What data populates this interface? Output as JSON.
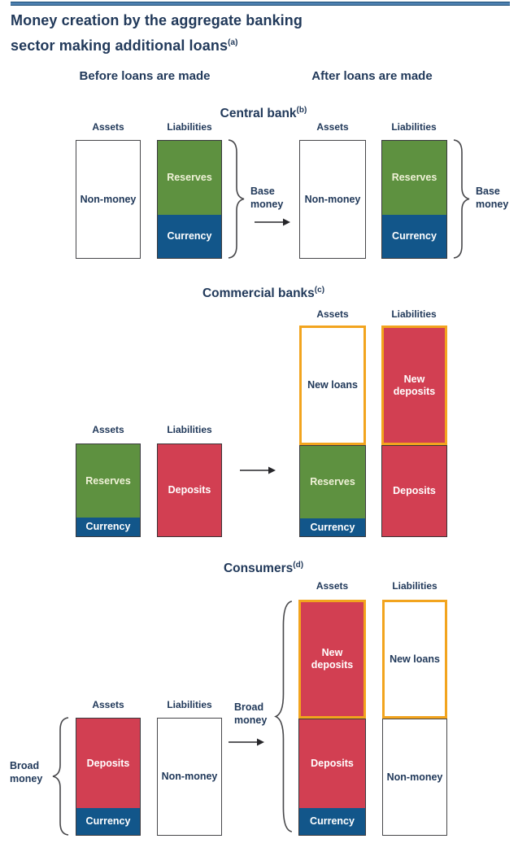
{
  "colors": {
    "navy_text": "#21395a",
    "rule_blue": "#4d80b0",
    "rule_edge": "#1d4e77",
    "reserves_green": "#5e9140",
    "currency_blue": "#12568a",
    "deposits_red": "#d23f52",
    "new_items_orange_border": "#f2a41e",
    "box_border_gray": "#47474a",
    "reserves_text_cream": "#f0f2d8"
  },
  "header": {
    "title_line1": "Money creation by the aggregate banking",
    "title_line2": "sector making additional loans",
    "title_sup": "(a)",
    "before_heading": "Before loans are made",
    "after_heading": "After loans are made"
  },
  "central_bank": {
    "title": "Central bank",
    "sup": "(b)",
    "before": {
      "assets_header": "Assets",
      "liabilities_header": "Liabilities",
      "non_money": "Non-money",
      "reserves": "Reserves",
      "currency": "Currency",
      "brace_label": "Base money"
    },
    "after": {
      "assets_header": "Assets",
      "liabilities_header": "Liabilities",
      "non_money": "Non-money",
      "reserves": "Reserves",
      "currency": "Currency",
      "brace_label": "Base money"
    }
  },
  "commercial_banks": {
    "title": "Commercial banks",
    "sup": "(c)",
    "before": {
      "assets_header": "Assets",
      "liabilities_header": "Liabilities",
      "reserves": "Reserves",
      "currency": "Currency",
      "deposits": "Deposits"
    },
    "after": {
      "assets_header": "Assets",
      "liabilities_header": "Liabilities",
      "new_loans": "New loans",
      "reserves": "Reserves",
      "currency": "Currency",
      "new_deposits": "New deposits",
      "deposits": "Deposits"
    }
  },
  "consumers": {
    "title": "Consumers",
    "sup": "(d)",
    "before": {
      "broad_money_label": "Broad money",
      "assets_header": "Assets",
      "liabilities_header": "Liabilities",
      "deposits": "Deposits",
      "currency": "Currency",
      "non_money": "Non-money"
    },
    "transition": {
      "broad_money_label": "Broad money"
    },
    "after": {
      "assets_header": "Assets",
      "liabilities_header": "Liabilities",
      "new_deposits": "New deposits",
      "deposits": "Deposits",
      "currency": "Currency",
      "new_loans": "New loans",
      "non_money": "Non-money"
    }
  }
}
